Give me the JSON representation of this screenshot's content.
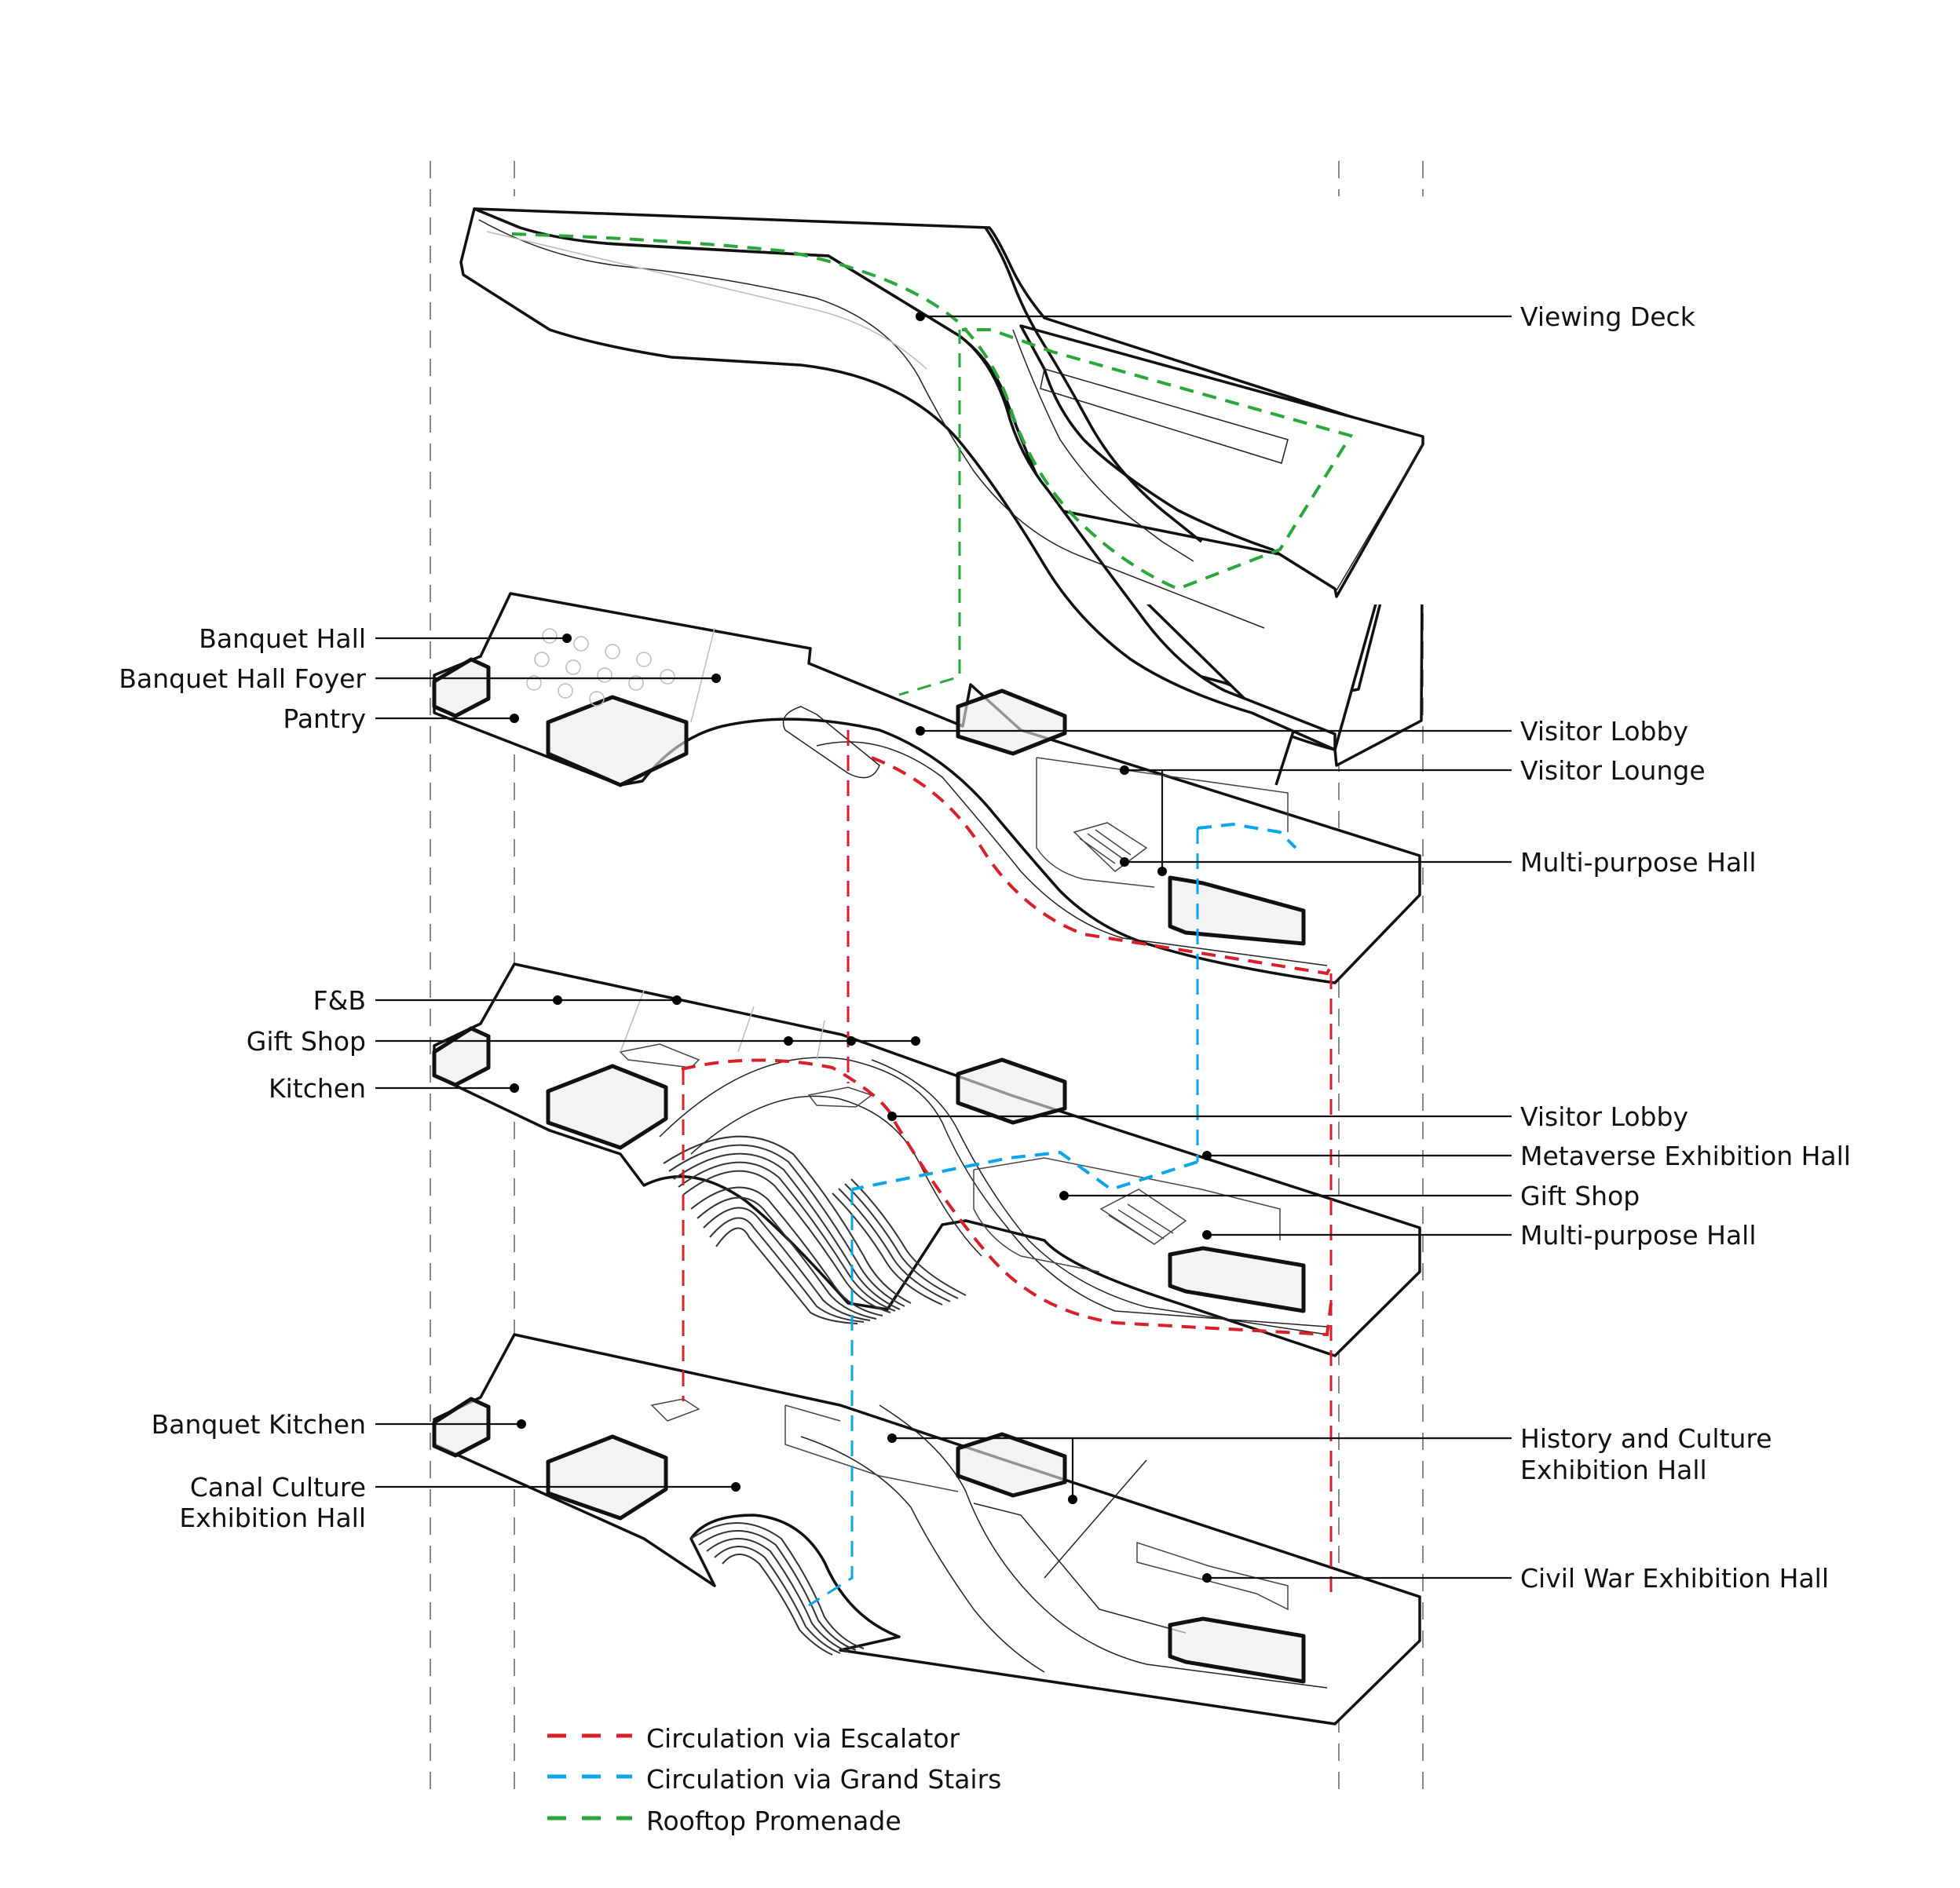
{
  "colors": {
    "escalator": "#d7202a",
    "grand_stairs": "#0aa5e8",
    "rooftop": "#2aa63a",
    "ink": "#111111",
    "guide": "#888888"
  },
  "levels": {
    "roof": {
      "right_labels": [
        "Viewing Deck"
      ]
    },
    "level_3": {
      "left_labels": [
        "Banquet Hall",
        "Banquet Hall Foyer",
        "Pantry"
      ],
      "right_labels": [
        "Visitor Lobby",
        "Visitor Lounge",
        "Multi-purpose Hall"
      ]
    },
    "level_2": {
      "left_labels": [
        "F&B",
        "Gift Shop",
        "Kitchen"
      ],
      "right_labels": [
        "Visitor Lobby",
        "Metaverse Exhibition Hall",
        "Gift Shop",
        "Multi-purpose Hall"
      ]
    },
    "level_1": {
      "left_labels": [
        {
          "line1": "Banquet Kitchen",
          "line2": ""
        },
        {
          "line1": "Canal Culture",
          "line2": "Exhibition Hall"
        }
      ],
      "right_labels": [
        {
          "line1": "History and Culture",
          "line2": "Exhibition Hall"
        },
        {
          "line1": "Civil War Exhibition Hall",
          "line2": ""
        }
      ]
    }
  },
  "legend": [
    {
      "label": "Circulation via Escalator",
      "color_key": "escalator"
    },
    {
      "label": "Circulation via Grand Stairs",
      "color_key": "grand_stairs"
    },
    {
      "label": "Rooftop Promenade",
      "color_key": "rooftop"
    }
  ]
}
